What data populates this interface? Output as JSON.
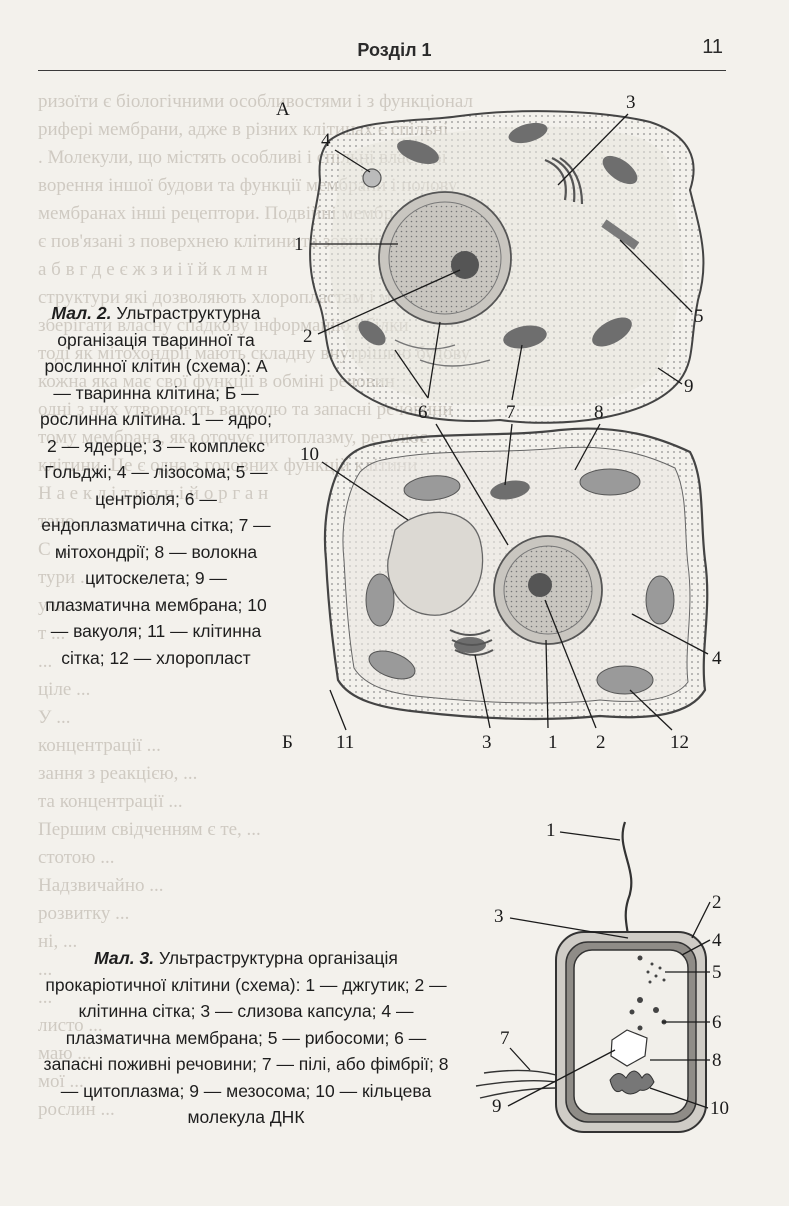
{
  "header": {
    "title": "Розділ 1",
    "page_number": "11"
  },
  "figure2": {
    "caption_label": "Мал. 2.",
    "caption_text": "Ультраструктурна організація тваринної та рослинної клітин (схема): А — тваринна клітина; Б — рослинна клітина. 1 — ядро; 2 — ядерце; 3 — комплекс Гольджі; 4 — лізосома; 5 — центріоля; 6 — ендоплазматична сітка; 7 — мітохондрії; 8 — волокна цитоскелета; 9 — плазматична мембрана; 10 — вакуоля; 11 — клітинна сітка; 12 — хлоропласт",
    "panel_a": "А",
    "panel_b": "Б",
    "labels": [
      "1",
      "2",
      "3",
      "4",
      "5",
      "6",
      "7",
      "8",
      "9",
      "10",
      "11",
      "12"
    ]
  },
  "figure3": {
    "caption_label": "Мал. 3.",
    "caption_text": "Ультраструктурна організація прокаріотичної клітини (схема): 1 — джгутик; 2 — клітинна сітка; 3 — слизова капсула; 4 — плазматична мембрана; 5 — рибосоми; 6 — запасні поживні речовини; 7 — пілі, або фімбрії; 8 — цитоплазма; 9 — мезосома; 10 — кільцева молекула ДНК",
    "labels": [
      "1",
      "2",
      "3",
      "4",
      "5",
      "6",
      "7",
      "8",
      "9",
      "10"
    ]
  }
}
